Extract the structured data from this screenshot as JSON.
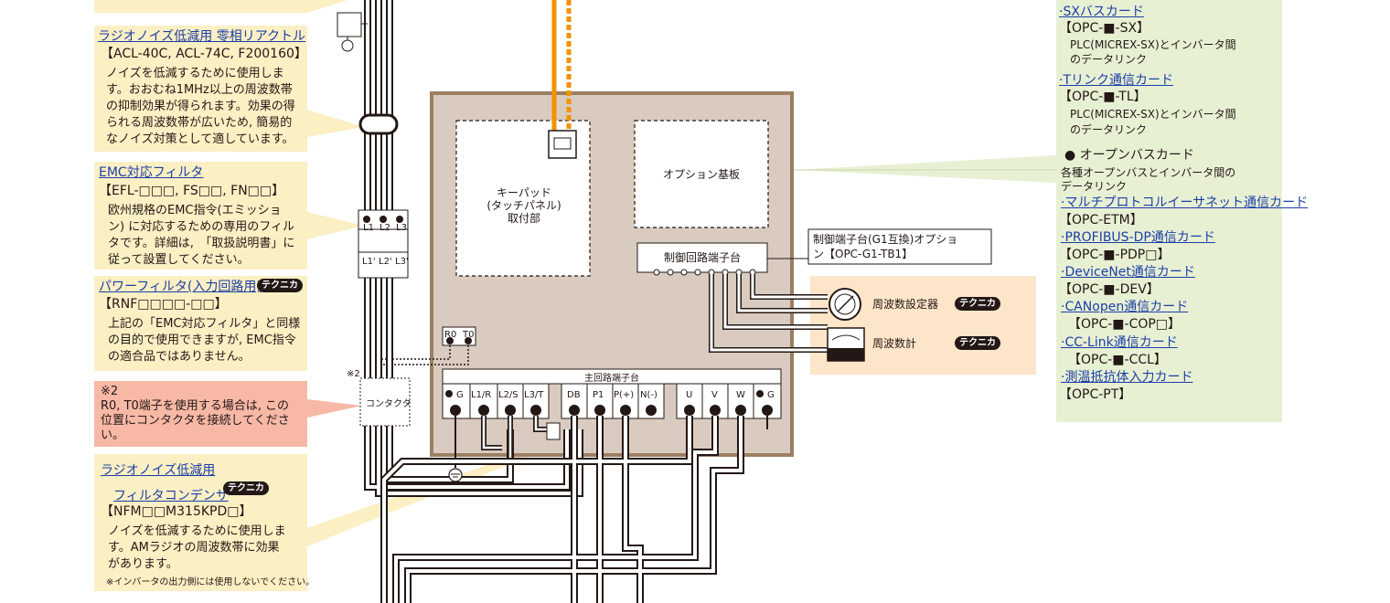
{
  "left_panels": {
    "rf_reactor": {
      "title": "ラジオノイズ低減用 零相リアクトル",
      "models": "【ACL-40C, ACL-74C, F200160】",
      "desc": [
        "ノイズを低減するために使用しま",
        "す。おおむね1MHz以上の周波数帯",
        "の抑制効果が得られます。効果の得",
        "られる周波数帯が広いため, 簡易的",
        "なノイズ対策として適しています。"
      ]
    },
    "emc_filter": {
      "title": "EMC対応フィルタ",
      "models": "【EFL-□□□, FS□□, FN□□】",
      "desc": [
        "欧州規格のEMC指令(エミッショ",
        "ン) に対応するための専用のフィル",
        "タです。詳細は,　「取扱説明書」に",
        "従って設置してください。"
      ]
    },
    "power_filter": {
      "title": "パワーフィルタ(入力回路用)",
      "badge": "テクニカ",
      "models": "【RNF□□□□-□□】",
      "desc": [
        "上記の「EMC対応フィルタ」と同様",
        "の目的で使用できますが, EMC指令",
        "の適合品ではありません。"
      ]
    },
    "note2": {
      "mark": "※2",
      "desc": [
        "R0, T0端子を使用する場合は, この",
        "位置にコンタクタを接続してくださ",
        "い。"
      ]
    },
    "capacitor": {
      "title1": "ラジオノイズ低減用",
      "title2": "フィルタコンデンサ",
      "badge": "テクニカ",
      "models": "【NFM□□M315KPD□】",
      "desc": [
        "ノイズを低減するために使用しま",
        "す。AMラジオの周波数帯に効果",
        "があります。"
      ],
      "footnote": "※インバータの出力側には使用しないでください。"
    }
  },
  "diagram": {
    "keypad_mount": [
      "キーパッド",
      "(タッチパネル)",
      "取付部"
    ],
    "option_board": "オプション基板",
    "control_terminal": "制御回路端子台",
    "g1_option": [
      "制御端子台(G1互換)オプショ",
      "ン【OPC-G1-TB1】"
    ],
    "main_terminal": "主回路端子台",
    "terminals": [
      "G",
      "L1/R",
      "L2/S",
      "L3/T",
      "DB",
      "P1",
      "P(+)",
      "N(-)",
      "U",
      "V",
      "W",
      "G"
    ],
    "filter_labels_top": [
      "L1",
      "L2",
      "L3"
    ],
    "filter_labels_bottom": [
      "L1'",
      "L2'",
      "L3'"
    ],
    "r0": "R0",
    "t0": "T0",
    "contactor_mark": "※2",
    "contactor": "コンタクタ",
    "freq_setter": "周波数設定器",
    "freq_meter": "周波数計",
    "badge": "テクニカ"
  },
  "right_panel": {
    "sx_title": "SXバスカード",
    "sx_code": "【OPC-■-SX】",
    "sx_desc": [
      "PLC(MICREX-SX)とインバータ間",
      "のデータリンク"
    ],
    "tl_title": "Tリンク通信カード",
    "tl_code": "【OPC-■-TL】",
    "tl_desc": [
      "PLC(MICREX-SX)とインバータ間",
      "のデータリンク"
    ],
    "open_title": "● オープンバスカード",
    "open_desc": [
      "各種オープンバスとインバータ間の",
      "データリンク"
    ],
    "cards": [
      {
        "name": "マルチプロトコルイーサネット通信カード",
        "code": "【OPC-ETM】"
      },
      {
        "name": "PROFIBUS-DP通信カード",
        "code": "【OPC-■-PDP□】"
      },
      {
        "name": "DeviceNet通信カード",
        "code": "【OPC-■-DEV】"
      },
      {
        "name": "CANopen通信カード",
        "code": "【OPC-■-COP□】"
      },
      {
        "name": "CC-Link通信カード",
        "code": "【OPC-■-CCL】"
      },
      {
        "name": "測温抵抗体入力カード",
        "code": "【OPC-PT】"
      }
    ]
  },
  "colors": {
    "panel_yellow": "#fbefc4",
    "panel_pink": "#f7b8a6",
    "panel_green": "#e8f0d4",
    "inverter_body": "#d9cbbf",
    "keypad_cable": "#f39200",
    "link_blue": "#1b3fa7"
  }
}
